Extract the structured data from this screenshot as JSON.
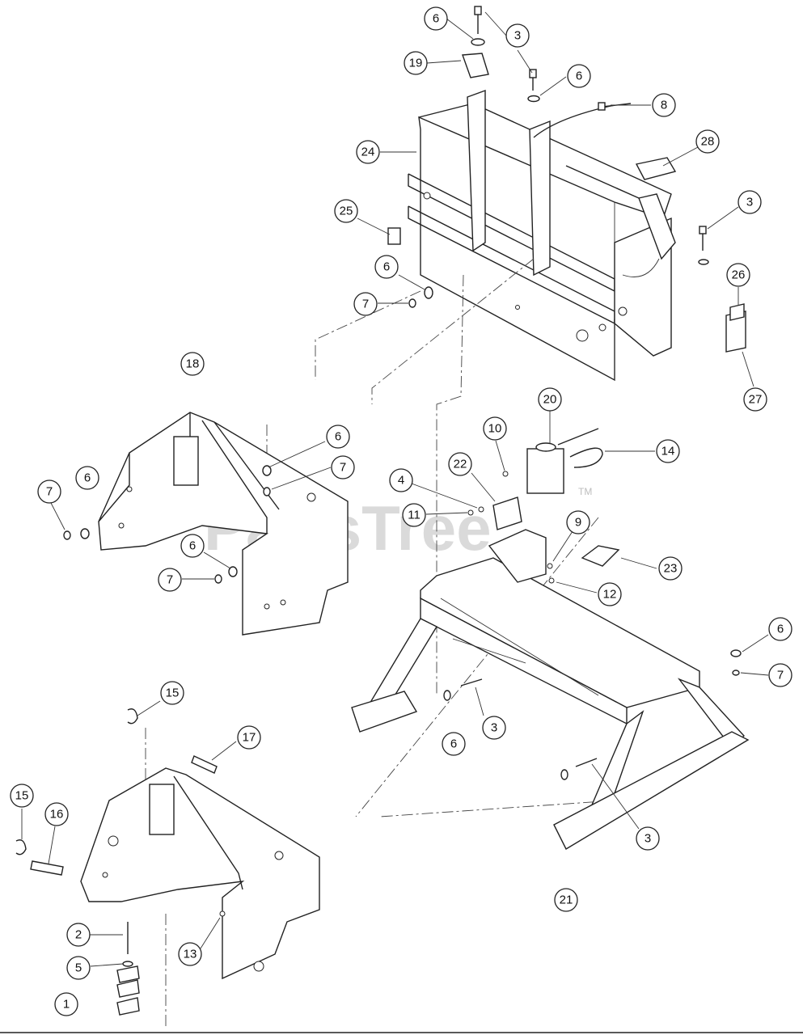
{
  "watermark": {
    "text": "PartsTree",
    "trademark": "TM"
  },
  "callouts": [
    {
      "id": "c6a",
      "label": "6"
    },
    {
      "id": "c3a",
      "label": "3"
    },
    {
      "id": "c19",
      "label": "19"
    },
    {
      "id": "c6b",
      "label": "6"
    },
    {
      "id": "c8",
      "label": "8"
    },
    {
      "id": "c24",
      "label": "24"
    },
    {
      "id": "c28",
      "label": "28"
    },
    {
      "id": "c3b",
      "label": "3"
    },
    {
      "id": "c25",
      "label": "25"
    },
    {
      "id": "c26",
      "label": "26"
    },
    {
      "id": "c6c",
      "label": "6"
    },
    {
      "id": "c7a",
      "label": "7"
    },
    {
      "id": "c27",
      "label": "27"
    },
    {
      "id": "c18",
      "label": "18"
    },
    {
      "id": "c20",
      "label": "20"
    },
    {
      "id": "c10",
      "label": "10"
    },
    {
      "id": "c14",
      "label": "14"
    },
    {
      "id": "c6d",
      "label": "6"
    },
    {
      "id": "c22",
      "label": "22"
    },
    {
      "id": "c6e",
      "label": "6"
    },
    {
      "id": "c7b",
      "label": "7"
    },
    {
      "id": "c4",
      "label": "4"
    },
    {
      "id": "c7c",
      "label": "7"
    },
    {
      "id": "c11",
      "label": "11"
    },
    {
      "id": "c9",
      "label": "9"
    },
    {
      "id": "c23",
      "label": "23"
    },
    {
      "id": "c6f",
      "label": "6"
    },
    {
      "id": "c7d",
      "label": "7"
    },
    {
      "id": "c12",
      "label": "12"
    },
    {
      "id": "c6g",
      "label": "6"
    },
    {
      "id": "c7e",
      "label": "7"
    },
    {
      "id": "c15a",
      "label": "15"
    },
    {
      "id": "c3c",
      "label": "3"
    },
    {
      "id": "c6h",
      "label": "6"
    },
    {
      "id": "c17",
      "label": "17"
    },
    {
      "id": "c15b",
      "label": "15"
    },
    {
      "id": "c16",
      "label": "16"
    },
    {
      "id": "c3d",
      "label": "3"
    },
    {
      "id": "c21",
      "label": "21"
    },
    {
      "id": "c2",
      "label": "2"
    },
    {
      "id": "c5",
      "label": "5"
    },
    {
      "id": "c13",
      "label": "13"
    },
    {
      "id": "c1",
      "label": "1"
    }
  ]
}
